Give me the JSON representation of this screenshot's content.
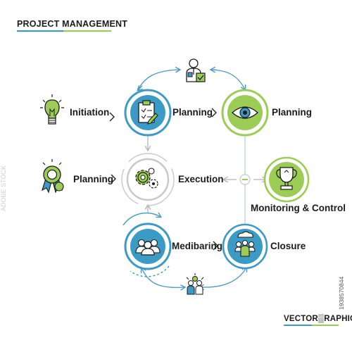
{
  "header": {
    "title": "PROJECT MANAGEMENT"
  },
  "colors": {
    "blue": "#3c9bc4",
    "green": "#9ccc56",
    "arrow": "#4c97c3",
    "ink": "#1b1b1b",
    "gray": "#c8c8c8"
  },
  "nodes": {
    "initiation": {
      "label": "Initiation",
      "icon": "lightbulb-icon"
    },
    "planning_left": {
      "label": "Planning",
      "icon": "award-ribbon-icon"
    },
    "planning_checklist": {
      "label": "Planning",
      "icon": "clipboard-check-icon"
    },
    "planning_eye": {
      "label": "Planning",
      "icon": "eye-icon"
    },
    "execution": {
      "label": "Execution",
      "icon": "gears-icon"
    },
    "monitoring": {
      "label": "Monitoring & Control",
      "icon": "trophy-icon"
    },
    "medibaring": {
      "label": "Medibaring",
      "icon": "team-icon"
    },
    "closure": {
      "label": "Closure",
      "icon": "presenter-icon"
    }
  },
  "footer": {
    "brand": "VECTOR▒RAPHICS",
    "stock_id": "1938570844"
  }
}
